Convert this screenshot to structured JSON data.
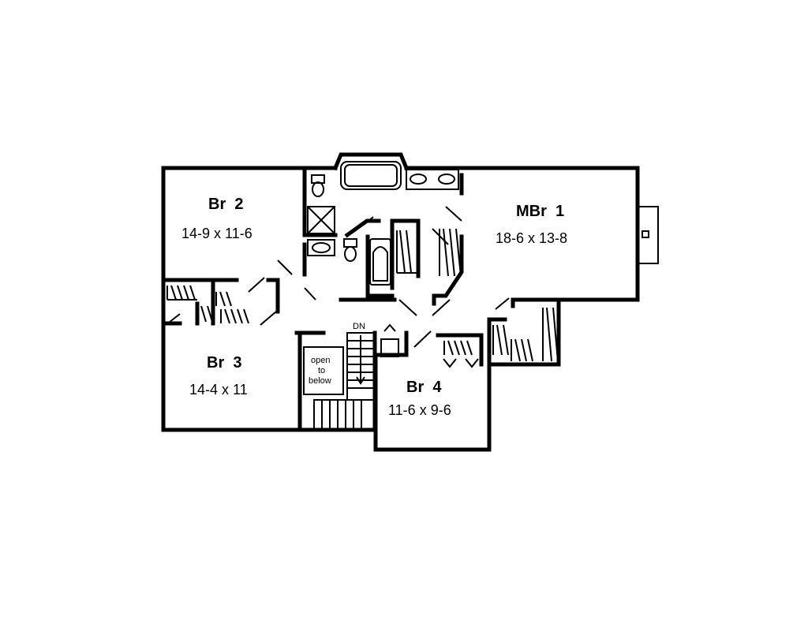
{
  "rooms": [
    {
      "name": "Br  2",
      "size": "14-9 x 11-6"
    },
    {
      "name": "MBr  1",
      "size": "18-6 x 13-8"
    },
    {
      "name": "Br  3",
      "size": "14-4 x 11"
    },
    {
      "name": "Br  4",
      "size": "11-6 x 9-6"
    }
  ],
  "stairs": {
    "direction_label": "DN",
    "open_note_line1": "open",
    "open_note_line2": "to",
    "open_note_line3": "below"
  }
}
